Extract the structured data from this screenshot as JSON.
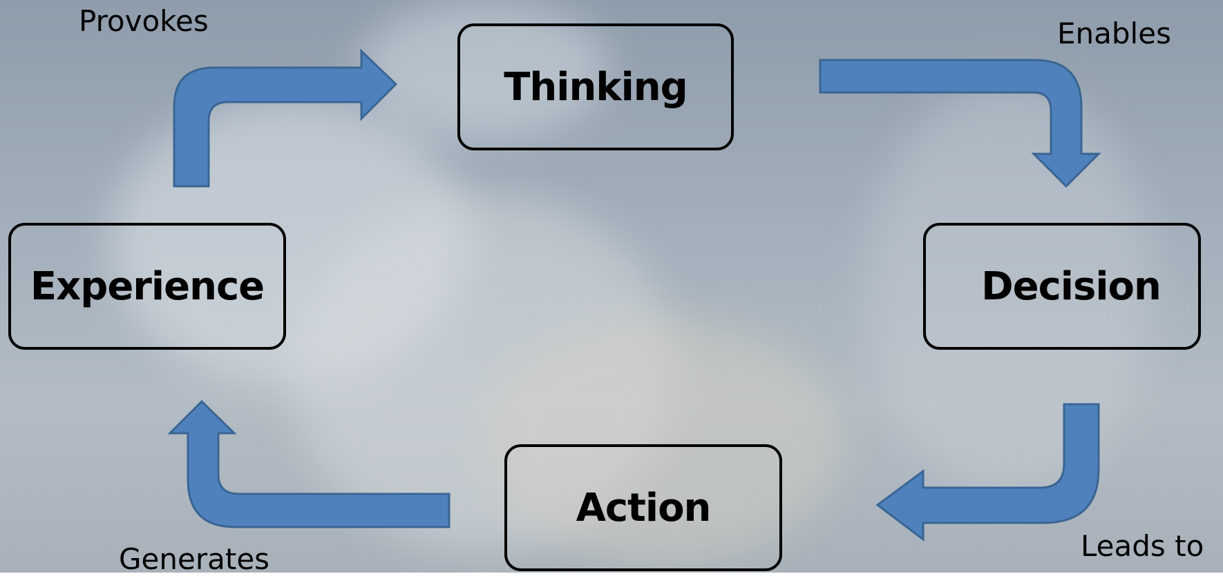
{
  "diagram": {
    "nodes": {
      "thinking": "Thinking",
      "decision": "Decision",
      "action": "Action",
      "experience": "Experience"
    },
    "edges": {
      "provokes": "Provokes",
      "enables": "Enables",
      "leads_to": "Leads to",
      "generates": "Generates"
    },
    "colors": {
      "arrow_fill": "#4f81bd",
      "arrow_stroke": "#3a6593",
      "node_border": "#000000"
    }
  }
}
